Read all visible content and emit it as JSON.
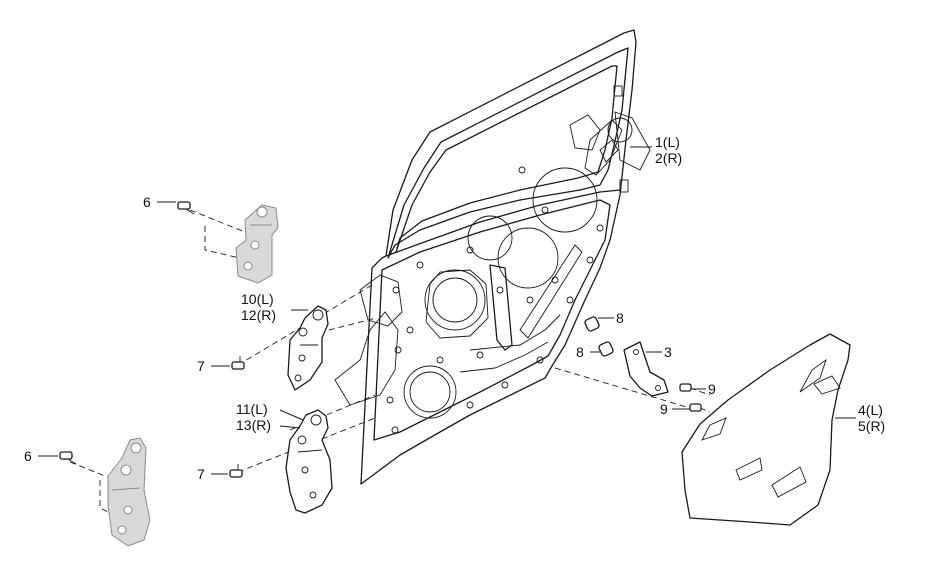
{
  "labels": {
    "p1": "1(L)",
    "p2": "2(R)",
    "p3": "3",
    "p4": "4(L)",
    "p5": "5(R)",
    "p6a": "6",
    "p6b": "6",
    "p7a": "7",
    "p7b": "7",
    "p8a": "8",
    "p8b": "8",
    "p9a": "9",
    "p9b": "9",
    "p10": "10(L)",
    "p12": "12(R)",
    "p11": "11(L)",
    "p13": "13(R)"
  },
  "icons": [
    "door-panel",
    "door-hinge-upper",
    "door-hinge-lower",
    "bolt",
    "trim-cover",
    "bracket",
    "ghost-hinge"
  ]
}
